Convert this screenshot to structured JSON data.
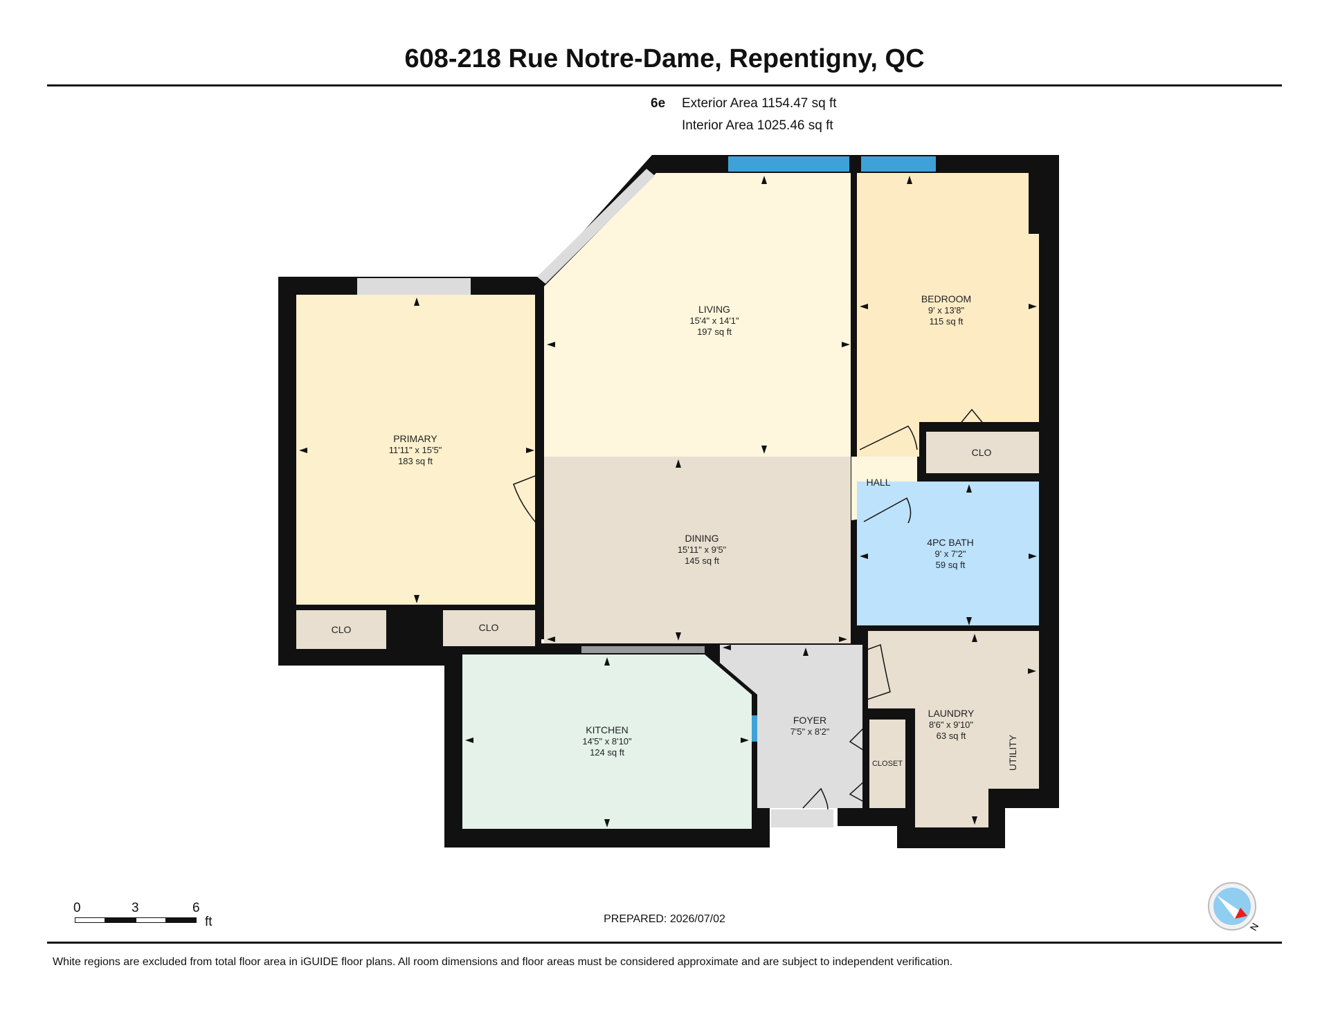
{
  "header": {
    "title": "608-218 Rue Notre-Dame, Repentigny, QC"
  },
  "floor": {
    "label": "6e",
    "exterior_area": "Exterior Area 1154.47 sq ft",
    "interior_area": "Interior Area 1025.46 sq ft"
  },
  "rooms": {
    "living": {
      "name": "LIVING",
      "dims": "15'4\" x 14'1\"",
      "area": "197 sq ft"
    },
    "bedroom": {
      "name": "BEDROOM",
      "dims": "9' x 13'8\"",
      "area": "115 sq ft"
    },
    "primary": {
      "name": "PRIMARY",
      "dims": "11'11\" x 15'5\"",
      "area": "183 sq ft"
    },
    "dining": {
      "name": "DINING",
      "dims": "15'11\" x 9'5\"",
      "area": "145 sq ft"
    },
    "bath": {
      "name": "4PC BATH",
      "dims": "9' x 7'2\"",
      "area": "59 sq ft"
    },
    "kitchen": {
      "name": "KITCHEN",
      "dims": "14'5\" x 8'10\"",
      "area": "124 sq ft"
    },
    "foyer": {
      "name": "FOYER",
      "dims": "7'5\" x 8'2\""
    },
    "laundry": {
      "name": "LAUNDRY",
      "dims": "8'6\" x 9'10\"",
      "area": "63 sq ft"
    },
    "hall": {
      "name": "HALL"
    },
    "clo_bedroom": {
      "name": "CLO"
    },
    "clo_primary_left": {
      "name": "CLO"
    },
    "clo_primary_right": {
      "name": "CLO"
    },
    "closet": {
      "name": "CLOSET"
    },
    "utility": {
      "name": "UTILITY"
    }
  },
  "scale": {
    "labels": [
      "0",
      "3",
      "6"
    ],
    "unit": "ft"
  },
  "prepared": "PREPARED: 2026/07/02",
  "compass": {
    "direction_label": "N",
    "icon": "compass-icon"
  },
  "footer": {
    "note": "White regions are excluded from total floor area in iGUIDE floor plans. All room dimensions and floor areas must be considered approximate and are subject to independent verification."
  },
  "colors": {
    "wall": "#111111",
    "living": "#fef6dd",
    "bedroom": "#fdebc4",
    "primary": "#fdf0cc",
    "dining": "#e8dfd0",
    "bath": "#bde2fb",
    "kitchen": "#e4f2ea",
    "foyer": "#dedede",
    "laundry": "#e8dfd0",
    "closet": "#e8dfd0",
    "hall": "#fef6dd",
    "window": "#3ea2d8"
  }
}
